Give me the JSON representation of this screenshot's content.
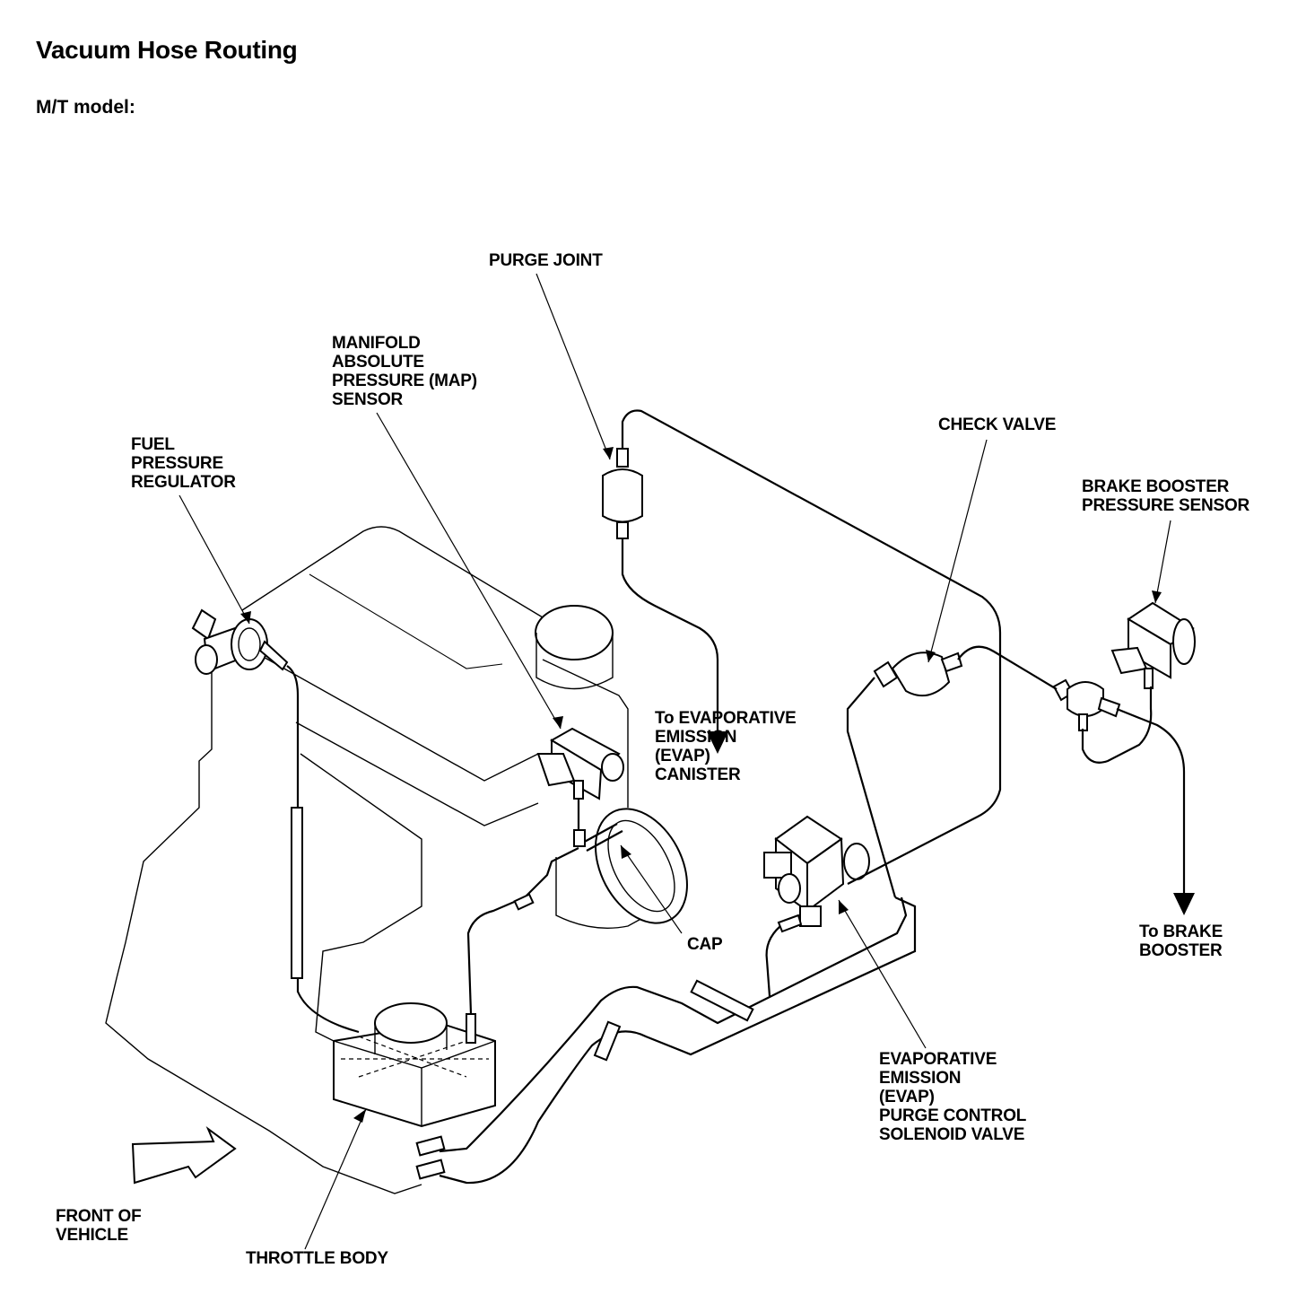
{
  "header": {
    "title": "Vacuum Hose Routing",
    "subtitle": "M/T model:"
  },
  "labels": {
    "purge_joint": "PURGE JOINT",
    "map_sensor": "MANIFOLD\nABSOLUTE\nPRESSURE (MAP)\nSENSOR",
    "fuel_pressure_regulator": "FUEL\nPRESSURE\nREGULATOR",
    "check_valve": "CHECK VALVE",
    "brake_booster_pressure_sensor": "BRAKE BOOSTER\nPRESSURE SENSOR",
    "to_evap_canister": "To EVAPORATIVE\nEMISSION\n(EVAP)\nCANISTER",
    "cap": "CAP",
    "to_brake_booster": "To BRAKE\nBOOSTER",
    "evap_purge_valve": "EVAPORATIVE\nEMISSION\n(EVAP)\nPURGE CONTROL\nSOLENOID VALVE",
    "front_of_vehicle": "FRONT OF\nVEHICLE",
    "throttle_body": "THROTTLE BODY"
  }
}
